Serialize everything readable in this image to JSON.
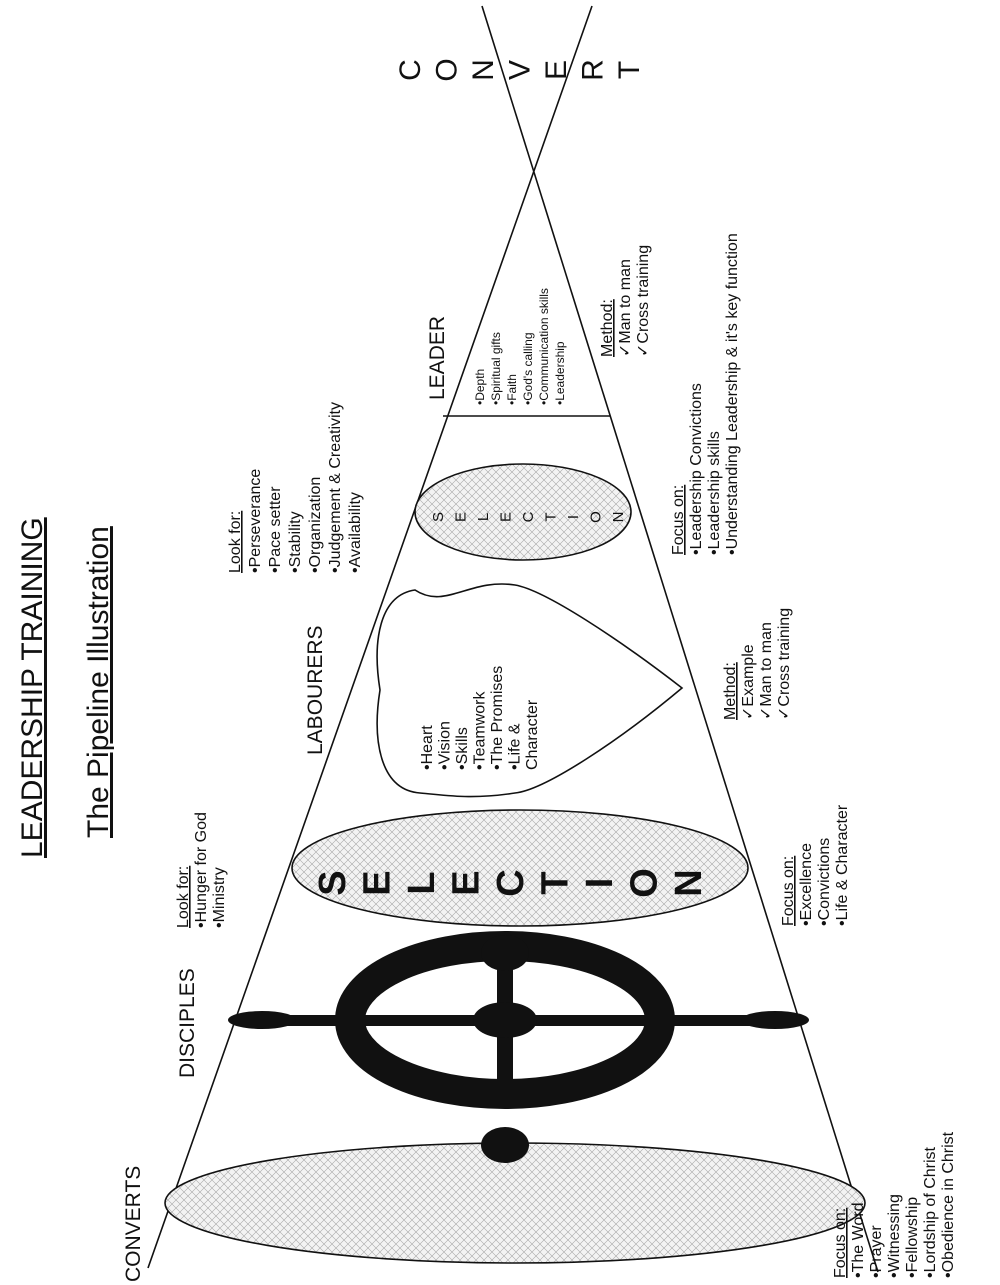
{
  "title": "LEADERSHIP TRAINING",
  "subtitle": "The Pipeline Illustration",
  "stages": {
    "converts": "CONVERTS",
    "disciples": "DISCIPLES",
    "labourers": "LABOURERS",
    "leader": "LEADER"
  },
  "convert_letters": [
    "C",
    "O",
    "N",
    "V",
    "E",
    "R",
    "T"
  ],
  "selection_letters": [
    "S",
    "E",
    "L",
    "E",
    "C",
    "T",
    "I",
    "O",
    "N"
  ],
  "disciples_look_for": {
    "heading": "Look for:",
    "items": [
      "•Hunger for God",
      "•Ministry"
    ]
  },
  "disciples_focus_on": {
    "heading": "Focus on:",
    "items": [
      "•The Word",
      "•Prayer",
      "•Witnessing",
      "•Fellowship",
      "•Lordship of Christ",
      "•Obedience in Christ"
    ]
  },
  "selection_focus_on": {
    "heading": "Focus on:",
    "items": [
      "•Excellence",
      "•Convictions",
      "•Life & Character"
    ]
  },
  "heart_items": [
    "•Heart",
    "•Vision",
    "•Skills",
    "•Teamwork",
    "•The Promises",
    "•Life &",
    "Character"
  ],
  "labourers_look_for": {
    "heading": "Look for:",
    "items": [
      "•Perseverance",
      "•Pace setter",
      "•Stability",
      "•Organization",
      "•Judgement & Creativity",
      "•Availability"
    ]
  },
  "labourers_method": {
    "heading": "Method:",
    "items": [
      "✓Example",
      "✓Man to man",
      "✓Cross training"
    ]
  },
  "leader_focus_on": {
    "heading": "Focus on:",
    "items": [
      "•Leadership Convictions",
      "•Leadership skills",
      "•Understanding Leadership & it's key function"
    ]
  },
  "leader_items": [
    "•Depth",
    "•Spiritual gifts",
    "•Faith",
    "•God's calling",
    "•Communication skills",
    "•Leadership"
  ],
  "leader_method": {
    "heading": "Method:",
    "items": [
      "✓Man to man",
      "✓Cross training"
    ]
  },
  "colors": {
    "ink": "#111111",
    "hatch": "#9a9a9a",
    "fill": "#f2f2f2"
  }
}
